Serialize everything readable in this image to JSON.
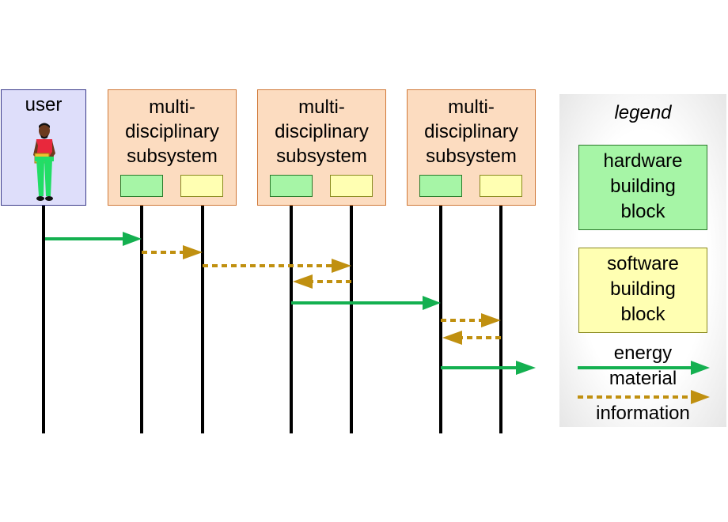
{
  "user": {
    "label": "user"
  },
  "subsystems": [
    {
      "label": "multi-\ndisciplinary\nsubsystem"
    },
    {
      "label": "multi-\ndisciplinary\nsubsystem"
    },
    {
      "label": "multi-\ndisciplinary\nsubsystem"
    }
  ],
  "legend": {
    "title": "legend",
    "hardware": "hardware\nbuilding\nblock",
    "software": "software\nbuilding\nblock",
    "energy": "energy",
    "material": "material",
    "information": "information"
  },
  "colors": {
    "energy_arrow": "#14b050",
    "info_arrow": "#c09010",
    "hardware_fill": "#a6f5a6",
    "software_fill": "#ffffb2",
    "subsystem_fill": "#fcdcc0",
    "user_fill": "#dedefa"
  },
  "icons": {
    "user": "person-icon"
  }
}
